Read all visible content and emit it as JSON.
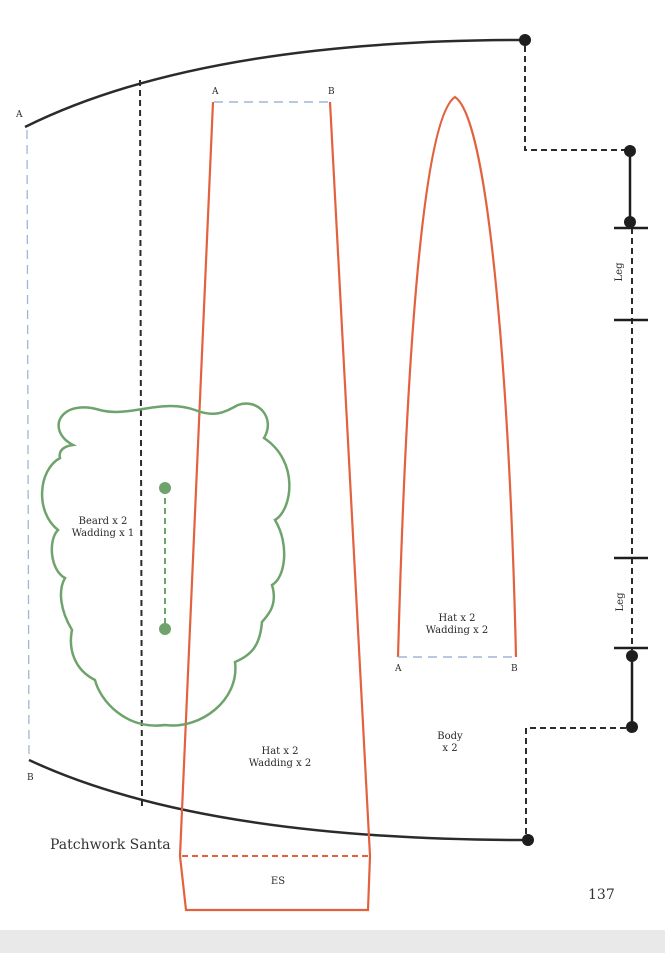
{
  "book": {
    "title": "Patchwork Santa",
    "page_number": "137"
  },
  "pieces": {
    "beard": {
      "line1": "Beard x 2",
      "line2": "Wadding x 1"
    },
    "hat_large": {
      "line1": "Hat x 2",
      "line2": "Wadding x 2",
      "es": "ES"
    },
    "hat_small": {
      "line1": "Hat x 2",
      "line2": "Wadding x 2"
    },
    "body": {
      "line1": "Body",
      "line2": "x 2"
    },
    "leg_upper": "Leg",
    "leg_lower": "Leg"
  },
  "markers": {
    "a_left": "A",
    "b_left": "B",
    "a_hat_large": "A",
    "b_hat_large": "B",
    "a_hat_small": "A",
    "b_hat_small": "B"
  },
  "colors": {
    "outline": "#2b2b2b",
    "hat": "#e2623f",
    "beard": "#6fa36c",
    "fold": "#9fb6d6",
    "paper": "#ffffff",
    "margin": "#e9e9e9"
  }
}
